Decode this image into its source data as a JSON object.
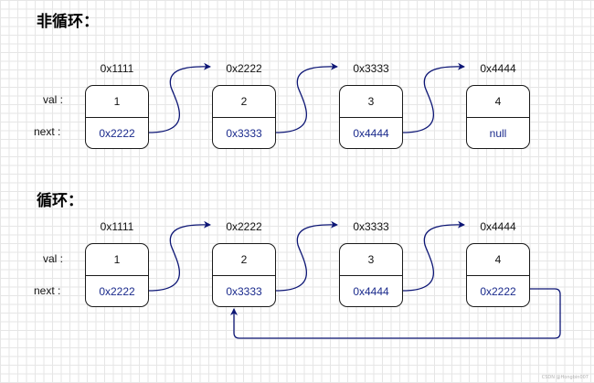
{
  "colors": {
    "arrow": "#0d1675",
    "pointer_text": "#1a2a8c",
    "grid": "#e6e6e6"
  },
  "sections": [
    {
      "title": "非循环：",
      "val_label": "val :",
      "next_label": "next :",
      "nodes": [
        {
          "address": "0x1111",
          "val": "1",
          "next": "0x2222"
        },
        {
          "address": "0x2222",
          "val": "2",
          "next": "0x3333"
        },
        {
          "address": "0x3333",
          "val": "3",
          "next": "0x4444"
        },
        {
          "address": "0x4444",
          "val": "4",
          "next": "null"
        }
      ]
    },
    {
      "title": "循环：",
      "val_label": "val :",
      "next_label": "next :",
      "nodes": [
        {
          "address": "0x1111",
          "val": "1",
          "next": "0x2222"
        },
        {
          "address": "0x2222",
          "val": "2",
          "next": "0x3333"
        },
        {
          "address": "0x3333",
          "val": "3",
          "next": "0x4444"
        },
        {
          "address": "0x4444",
          "val": "4",
          "next": "0x2222"
        }
      ]
    }
  ],
  "watermark": "CSDN @Hongbin007"
}
